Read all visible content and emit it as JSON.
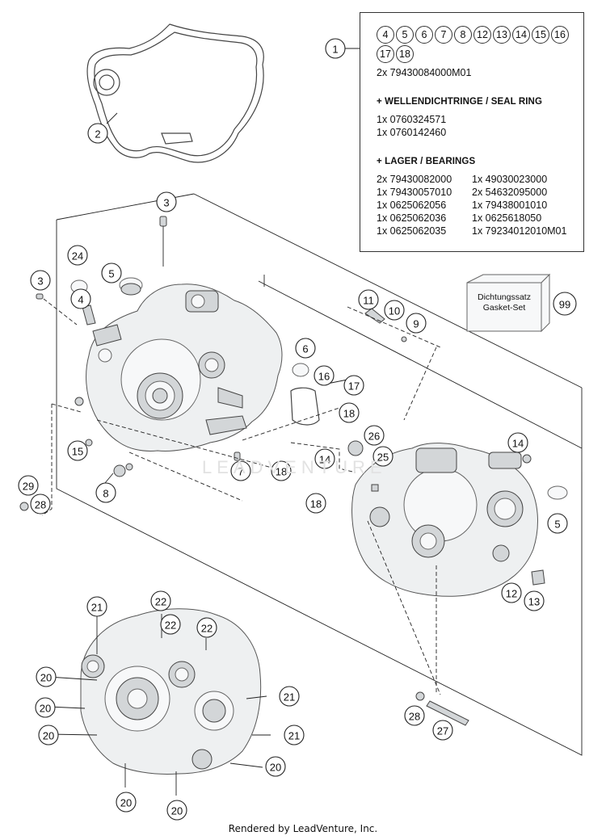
{
  "info_box": {
    "callout": "1",
    "included_parts": [
      "4",
      "5",
      "6",
      "7",
      "8",
      "12",
      "13",
      "14",
      "15",
      "16",
      "17",
      "18"
    ],
    "main_part": "2x 79430084000M01",
    "seal_heading": "+ WELLENDICHTRINGE /  SEAL RING",
    "seal_rows": [
      "1x 0760324571",
      "1x 0760142460"
    ],
    "bearing_heading": "+ LAGER / BEARINGS",
    "bearing_rows": [
      [
        "2x 79430082000",
        "1x 49030023000"
      ],
      [
        "1x 79430057010",
        "2x 54632095000"
      ],
      [
        "1x 0625062056",
        "1x 79438001010"
      ],
      [
        "1x 0625062036",
        "1x 0625618050"
      ],
      [
        "1x 0625062035",
        "1x 79234012010M01"
      ]
    ]
  },
  "gasket_set": {
    "label_line1": "Dichtungssatz",
    "label_line2": "Gasket-Set",
    "callout": "99"
  },
  "callouts": [
    "1",
    "2",
    "3",
    "3",
    "24",
    "5",
    "4",
    "6",
    "16",
    "17",
    "18",
    "11",
    "10",
    "9",
    "15",
    "7",
    "18",
    "14",
    "8",
    "29",
    "28",
    "26",
    "25",
    "14",
    "18",
    "5",
    "12",
    "13",
    "21",
    "22",
    "22",
    "22",
    "20",
    "20",
    "21",
    "20",
    "21",
    "20",
    "20",
    "20",
    "28",
    "27"
  ],
  "watermark": "LEADVENTURE",
  "footer": "Rendered by LeadVenture, Inc."
}
